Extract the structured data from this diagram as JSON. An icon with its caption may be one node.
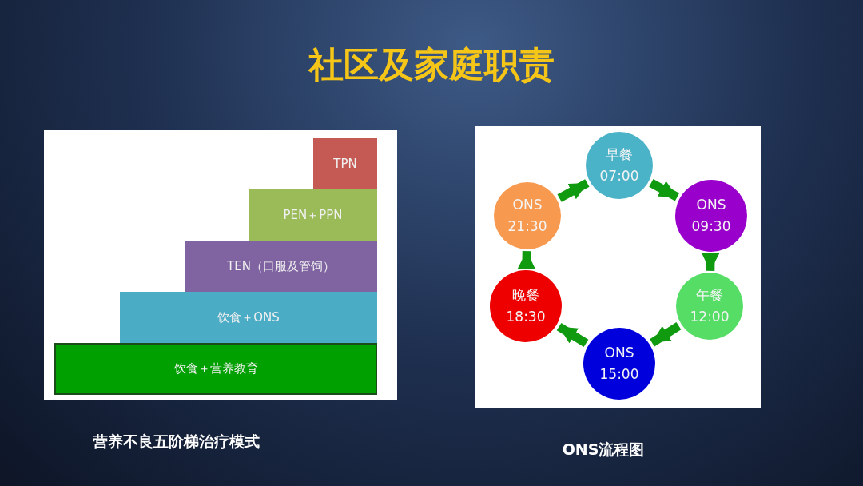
{
  "diagram": {
    "title": "社区及家庭职责",
    "nodes": [
      {
        "text": [
          "TPN"
        ]
      },
      {
        "text": [
          "PEN＋PPN"
        ]
      },
      {
        "text": [
          "TEN（口服及管饲）"
        ]
      },
      {
        "text": [
          "饮食＋ONS"
        ]
      },
      {
        "text": [
          "饮食＋营养教育"
        ]
      },
      {
        "text": [
          "早餐",
          "07:00"
        ]
      },
      {
        "text": [
          "ONS",
          "21:30"
        ]
      },
      {
        "text": [
          "ONS",
          "09:30"
        ]
      },
      {
        "text": [
          "晚餐",
          "18:30"
        ]
      },
      {
        "text": [
          "午餐",
          "12:00"
        ]
      },
      {
        "text": [
          "ONS",
          "15:00"
        ]
      }
    ],
    "edges": [
      {
        "from": 5,
        "to": 7,
        "arrow": "to"
      },
      {
        "from": 7,
        "to": 9,
        "arrow": "to"
      },
      {
        "from": 9,
        "to": 10,
        "arrow": "to"
      },
      {
        "from": 10,
        "to": 8,
        "arrow": "to"
      },
      {
        "from": 8,
        "to": 6,
        "arrow": "to"
      },
      {
        "from": 6,
        "to": 5,
        "arrow": "to"
      }
    ],
    "labels": [
      "营养不良五阶梯治疗模式",
      "ONS流程图"
    ]
  }
}
